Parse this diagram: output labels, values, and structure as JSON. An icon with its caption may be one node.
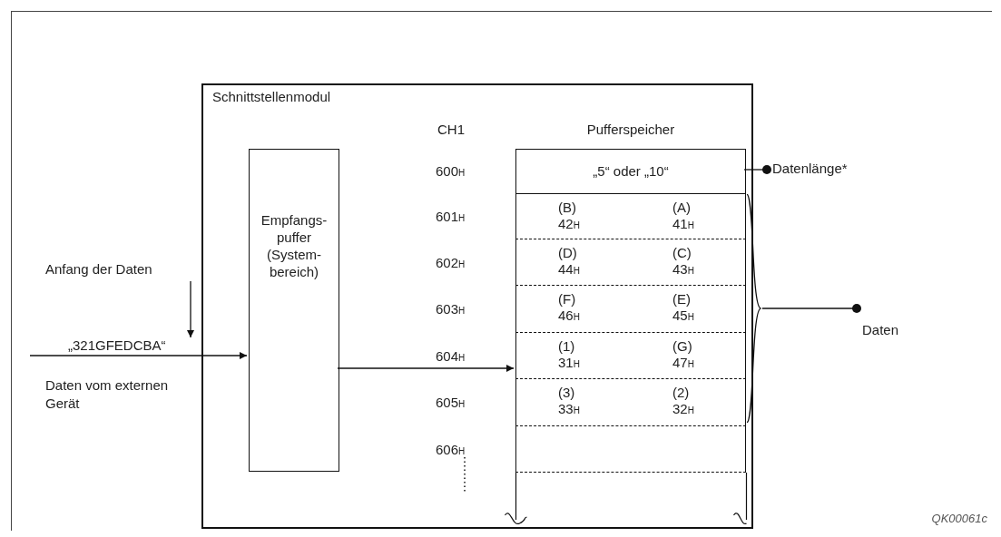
{
  "diagram": {
    "nodes": [
      {
        "text": [
          "Schnittstellenmodul"
        ]
      },
      {
        "text": [
          "Empfangs- puffer (System- bereich)"
        ],
        "in": 0
      },
      {
        "text": [
          "CH1",
          "Pufferspeicher"
        ],
        "in": 0
      },
      {
        "text": [
          "„5“ oder „10“"
        ],
        "in": 2
      },
      {
        "text": [
          "(B)",
          "42$_{H}$",
          "(A)",
          "41$_{H}$"
        ],
        "in": 2
      },
      {
        "text": [
          "(D)",
          "44$_{H}$",
          "(C)",
          "43$_{H}$"
        ],
        "in": 2
      },
      {
        "text": [
          "(F)",
          "46$_{H}$",
          "(E)",
          "45$_{H}$"
        ],
        "in": 2
      },
      {
        "text": [
          "(1)",
          "31$_{H}$",
          "(G)",
          "47$_{H}$"
        ],
        "in": 2
      },
      {
        "text": [
          "(3)",
          "33$_{H}$",
          "(2)",
          "32$_{H}$"
        ],
        "in": 2
      },
      {
        "text": [],
        "shape": "box",
        "in": 2
      },
      {
        "text": [
          "Datenlänge*"
        ]
      },
      {
        "text": [
          "Daten"
        ]
      },
      {
        "text": [
          "Anfang der Daten"
        ]
      },
      {
        "text": [
          "„321GFEDCBA“"
        ]
      },
      {
        "text": [],
        "shape": "bracket"
      }
    ],
    "edges": [
      {
        "from": 12,
        "to": 13,
        "arrow": "to"
      },
      {
        "from": null,
        "to": 1,
        "arrow": "to"
      },
      {
        "from": 1,
        "to": 7,
        "arrow": "to"
      },
      {
        "from": 3,
        "to": 10,
        "arrow": "other"
      },
      {
        "from": 14,
        "to": 11,
        "arrow": "other"
      }
    ],
    "labels": [
      "600$_{H}$",
      "601$_{H}$",
      "602$_{H}$",
      "603$_{H}$",
      "604$_{H}$",
      "605$_{H}$",
      "606$_{H}$",
      "Daten vom externen Gerät",
      "QK00061c"
    ]
  }
}
